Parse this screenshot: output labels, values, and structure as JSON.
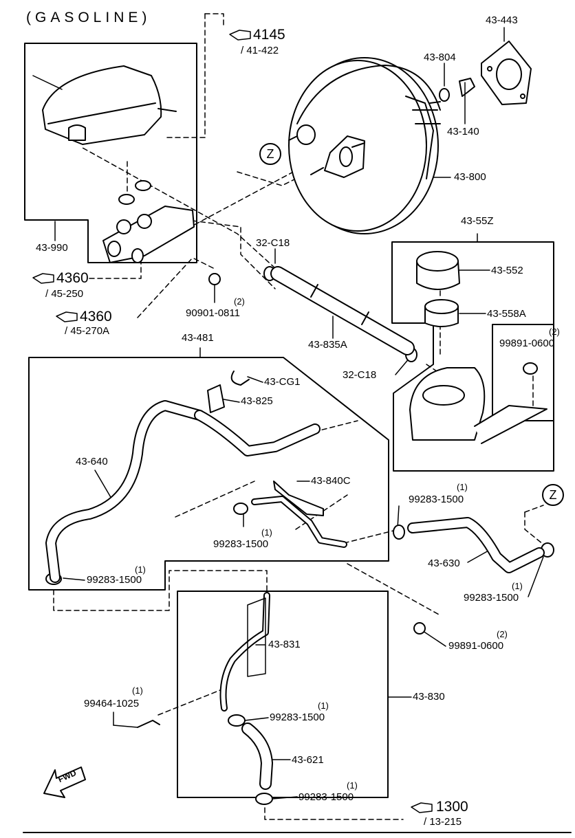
{
  "title": "(GASOLINE)",
  "refs": {
    "r4145": {
      "num": "4145",
      "sub": "/ 41-422"
    },
    "r4360a": {
      "num": "4360",
      "sub": "/ 45-250"
    },
    "r4360b": {
      "num": "4360",
      "sub": "/ 45-270A"
    },
    "r1300": {
      "num": "1300",
      "sub": "/ 13-215"
    }
  },
  "zmarks": {
    "z1": "Z",
    "z2": "Z"
  },
  "parts": {
    "p43443": "43-443",
    "p43804": "43-804",
    "p43140": "43-140",
    "p43800": "43-800",
    "p43990": "43-990",
    "p32c18a": "32-C18",
    "p32c18b": "32-C18",
    "p90901": "90901-0811",
    "q90901": "(2)",
    "p43835a": "43-835A",
    "p4355z": "43-55Z",
    "p43552": "43-552",
    "p43558a": "43-558A",
    "p99891a": "99891-0600",
    "q99891a": "(2)",
    "p43481": "43-481",
    "p43cg1": "43-CG1",
    "p43825": "43-825",
    "p43640": "43-640",
    "p43840c": "43-840C",
    "p99283a": "99283-1500",
    "q99283a": "(1)",
    "p99283b": "99283-1500",
    "q99283b": "(1)",
    "p99283c": "99283-1500",
    "q99283c": "(1)",
    "p43630": "43-630",
    "p99283d": "99283-1500",
    "q99283d": "(1)",
    "p99891b": "99891-0600",
    "q99891b": "(2)",
    "p43831": "43-831",
    "p43830": "43-830",
    "p99464": "99464-1025",
    "q99464": "(1)",
    "p99283e": "99283-1500",
    "q99283e": "(1)",
    "p43621": "43-621",
    "p99283f": "99283-1500",
    "q99283f": "(1)"
  },
  "fwd": "FWD"
}
